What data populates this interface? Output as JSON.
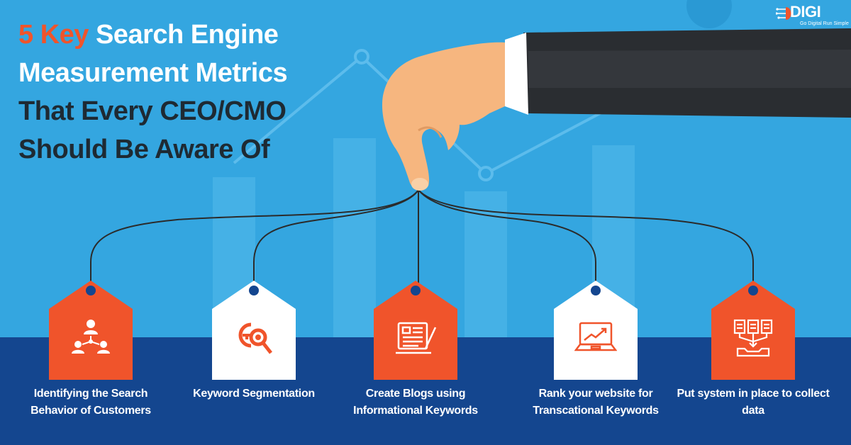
{
  "title": {
    "line1_accent": "5 Key",
    "line1_rest": " Search Engine",
    "line2": "Measurement Metrics",
    "line3": "That Every CEO/CMO",
    "line4": "Should Be Aware Of"
  },
  "logo": {
    "word": "DIGI",
    "tagline": "Go Digital Run Simple"
  },
  "metrics": [
    {
      "label": "Identifying the Search Behavior of Customers",
      "style": "orange",
      "icon": "customer-network-icon"
    },
    {
      "label": "Keyword Segmentation",
      "style": "white",
      "icon": "key-search-icon"
    },
    {
      "label": "Create Blogs using Informational Keywords",
      "style": "orange",
      "icon": "blog-writing-icon"
    },
    {
      "label": "Rank your website for Transcational Keywords",
      "style": "white",
      "icon": "laptop-ranking-icon"
    },
    {
      "label": "Put system in place to collect data",
      "style": "orange",
      "icon": "data-collection-icon"
    }
  ],
  "colors": {
    "accent": "#f0542b",
    "sky": "#34a6e0",
    "navy": "#14468f",
    "title_dark": "#1e2a33",
    "tag_white": "#ffffff"
  }
}
